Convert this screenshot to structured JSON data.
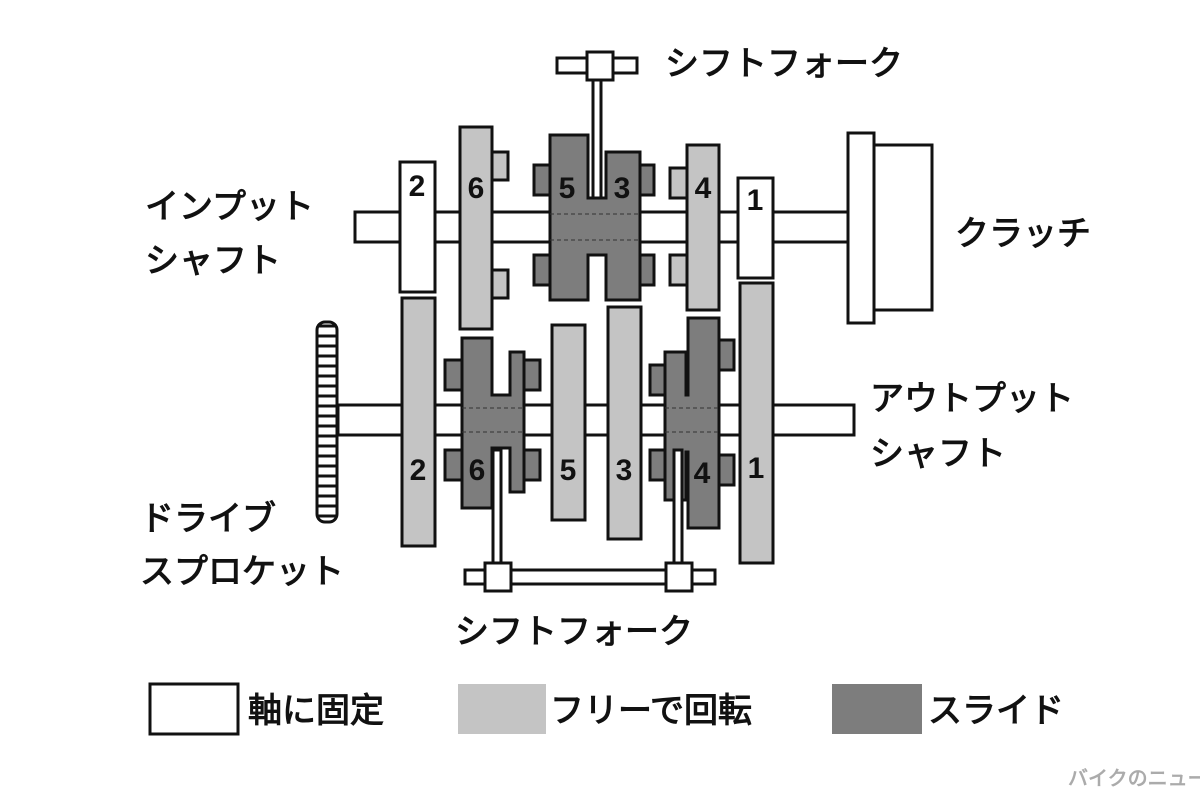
{
  "labels": {
    "shift_fork_top": "シフトフォーク",
    "shift_fork_bottom": "シフトフォーク",
    "input_shaft_line1": "インプット",
    "input_shaft_line2": "シャフト",
    "clutch": "クラッチ",
    "output_shaft_line1": "アウトプット",
    "output_shaft_line2": "シャフト",
    "drive_sprocket_line1": "ドライブ",
    "drive_sprocket_line2": "スプロケット"
  },
  "gears": {
    "input": [
      "2",
      "6",
      "5",
      "3",
      "4",
      "1"
    ],
    "output": [
      "2",
      "6",
      "5",
      "3",
      "4",
      "1"
    ]
  },
  "legend": [
    {
      "label": "軸に固定",
      "color": "#ffffff"
    },
    {
      "label": "フリーで回転",
      "color": "#c4c4c4"
    },
    {
      "label": "スライド",
      "color": "#7d7d7d"
    }
  ],
  "watermark": "バイクのニュース"
}
